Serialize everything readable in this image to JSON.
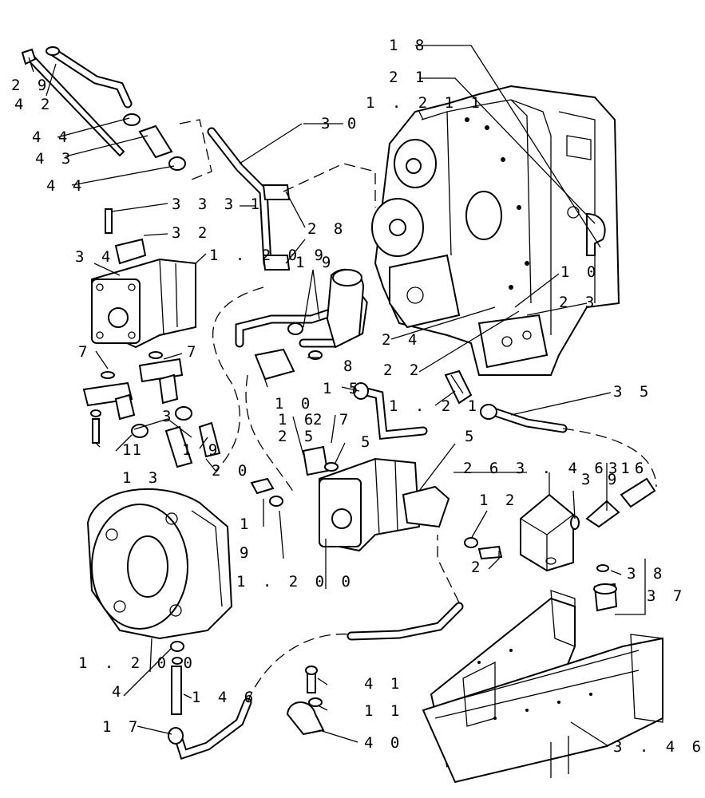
{
  "labels": [
    {
      "id": "29",
      "text": "2 9"
    },
    {
      "id": "42",
      "text": "4 2"
    },
    {
      "id": "44a",
      "text": "4 4"
    },
    {
      "id": "43",
      "text": "4 3"
    },
    {
      "id": "44b",
      "text": "4 4"
    },
    {
      "id": "30",
      "text": "3 0"
    },
    {
      "id": "18",
      "text": "1 8"
    },
    {
      "id": "21",
      "text": "2 1"
    },
    {
      "id": "1211",
      "text": "1 . 2 1 1"
    },
    {
      "id": "3331",
      "text": "3 3 3 1"
    },
    {
      "id": "28",
      "text": "2 8"
    },
    {
      "id": "32",
      "text": "3 2"
    },
    {
      "id": "34",
      "text": "3 4"
    },
    {
      "id": "1209",
      "text": "1 . 2 0 9"
    },
    {
      "id": "19a",
      "text": "1 9"
    },
    {
      "id": "10a",
      "text": "1 0"
    },
    {
      "id": "23",
      "text": "2 3"
    },
    {
      "id": "24",
      "text": "2 4"
    },
    {
      "id": "7a",
      "text": "7"
    },
    {
      "id": "7b",
      "text": "7"
    },
    {
      "id": "8",
      "text": "8"
    },
    {
      "id": "22",
      "text": "2 2"
    },
    {
      "id": "10b",
      "text": "1 0"
    },
    {
      "id": "15",
      "text": "1 5"
    },
    {
      "id": "121",
      "text": "1 . 2 1"
    },
    {
      "id": "35",
      "text": "3 5"
    },
    {
      "id": "3",
      "text": "3"
    },
    {
      "id": "16",
      "text": "1 6"
    },
    {
      "id": "27",
      "text": "2 7"
    },
    {
      "id": "11a",
      "text": "11"
    },
    {
      "id": "19b",
      "text": "1 9"
    },
    {
      "id": "25",
      "text": "2 5"
    },
    {
      "id": "5a",
      "text": "5"
    },
    {
      "id": "5b",
      "text": "5"
    },
    {
      "id": "263461",
      "text": "2 6 3 . 4 6 1"
    },
    {
      "id": "36",
      "text": "3 6"
    },
    {
      "id": "39",
      "text": "3 9"
    },
    {
      "id": "13",
      "text": "1 3"
    },
    {
      "id": "20",
      "text": "2 0"
    },
    {
      "id": "12",
      "text": "1 2"
    },
    {
      "id": "1",
      "text": "1"
    },
    {
      "id": "2",
      "text": "2"
    },
    {
      "id": "9",
      "text": "9"
    },
    {
      "id": "38",
      "text": "3 8"
    },
    {
      "id": "37",
      "text": "3 7"
    },
    {
      "id": "1200a",
      "text": "1 . 2 0 0"
    },
    {
      "id": "1200b",
      "text": "1 . 2 0 0"
    },
    {
      "id": "4",
      "text": "4"
    },
    {
      "id": "146",
      "text": "1 4 6"
    },
    {
      "id": "41",
      "text": "4 1"
    },
    {
      "id": "11b",
      "text": "1 1"
    },
    {
      "id": "17",
      "text": "1 7"
    },
    {
      "id": "40",
      "text": "4 0"
    },
    {
      "id": "346",
      "text": "3 . 4 6"
    }
  ]
}
